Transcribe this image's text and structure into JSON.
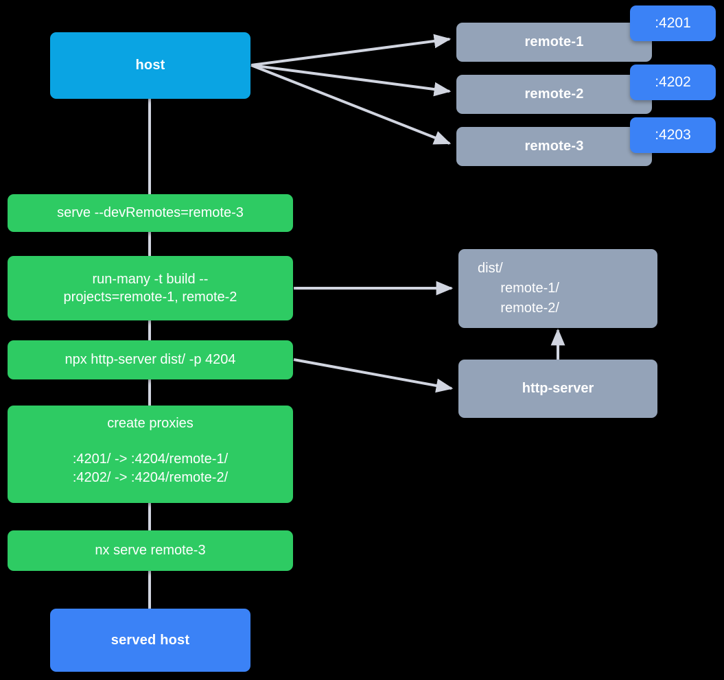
{
  "diagram": {
    "title": "Nx module federation host and remotes serve flow",
    "background": "#000000",
    "colors": {
      "host": "#0aa4e3",
      "served_host": "#3b82f6",
      "remote": "#94a3b8",
      "command": "#2ecb63",
      "port_badge": "#3b82f6",
      "edge": "#d1d5e0",
      "text": "#ffffff"
    }
  },
  "nodes": {
    "host": {
      "label": "host"
    },
    "remotes": [
      {
        "label": "remote-1",
        "port": ":4201"
      },
      {
        "label": "remote-2",
        "port": ":4202"
      },
      {
        "label": "remote-3",
        "port": ":4203"
      }
    ],
    "commands": [
      {
        "id": "serve-dev-remotes",
        "label": "serve --devRemotes=remote-3"
      },
      {
        "id": "run-many-build",
        "label": "run-many -t build --\nprojects=remote-1, remote-2"
      },
      {
        "id": "npx-http-server",
        "label": "npx http-server dist/ -p 4204"
      },
      {
        "id": "create-proxies",
        "title": "create proxies",
        "rules": ":4201/ -> :4204/remote-1/\n:4202/ -> :4204/remote-2/"
      },
      {
        "id": "nx-serve-remote-3",
        "label": "nx serve remote-3"
      }
    ],
    "dist": {
      "label": "dist/\n      remote-1/\n      remote-2/"
    },
    "http_server": {
      "label": "http-server"
    },
    "served_host": {
      "label": "served host"
    }
  },
  "edges": [
    {
      "from": "host",
      "to": "remote-1",
      "kind": "arrow"
    },
    {
      "from": "host",
      "to": "remote-2",
      "kind": "arrow"
    },
    {
      "from": "host",
      "to": "remote-3",
      "kind": "arrow"
    },
    {
      "from": "host",
      "to": "serve-dev-remotes",
      "kind": "line"
    },
    {
      "from": "serve-dev-remotes",
      "to": "run-many-build",
      "kind": "line"
    },
    {
      "from": "run-many-build",
      "to": "dist",
      "kind": "arrow"
    },
    {
      "from": "run-many-build",
      "to": "npx-http-server",
      "kind": "line"
    },
    {
      "from": "npx-http-server",
      "to": "http-server",
      "kind": "arrow"
    },
    {
      "from": "npx-http-server",
      "to": "create-proxies",
      "kind": "line"
    },
    {
      "from": "http-server",
      "to": "dist",
      "kind": "arrow"
    },
    {
      "from": "create-proxies",
      "to": "nx-serve-remote-3",
      "kind": "line"
    },
    {
      "from": "nx-serve-remote-3",
      "to": "served-host",
      "kind": "line"
    }
  ]
}
